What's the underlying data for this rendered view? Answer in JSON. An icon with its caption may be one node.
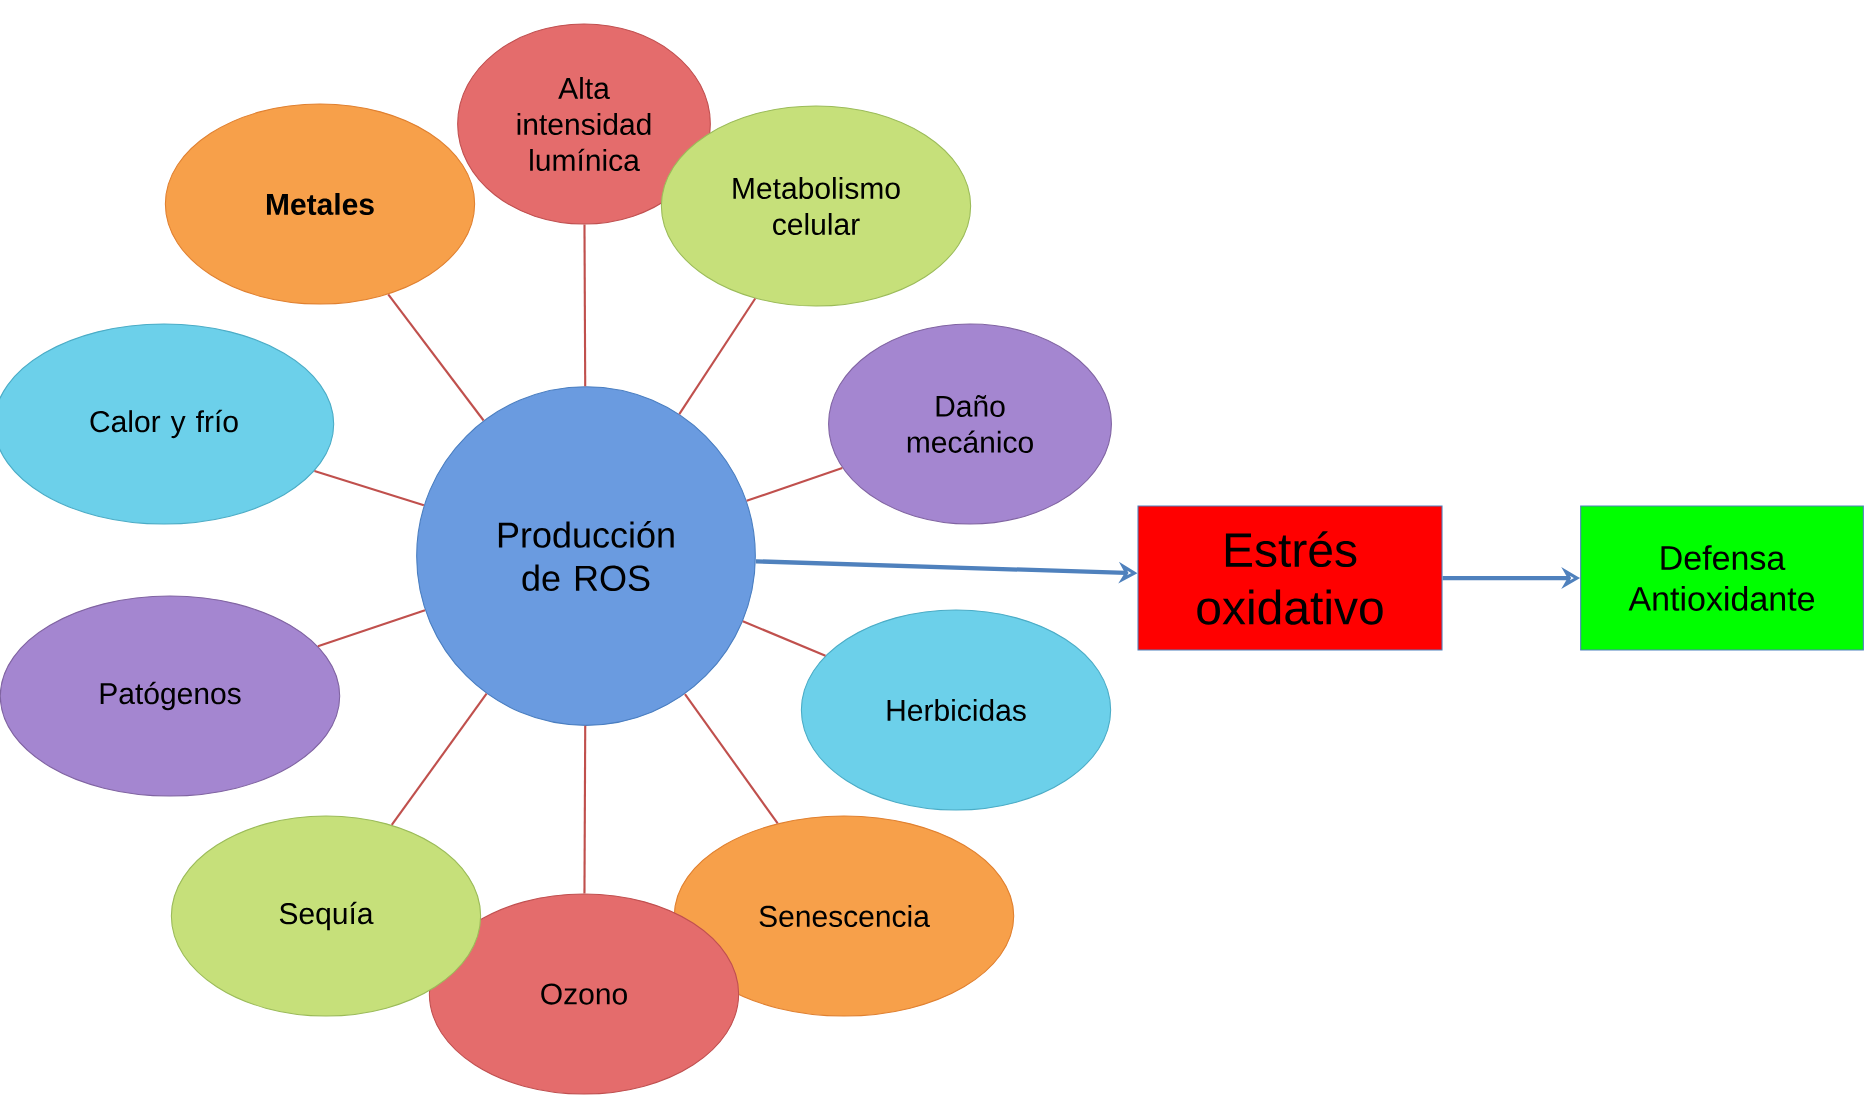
{
  "diagram": {
    "nodes": [
      {
        "text": [
          "Producción de ROS"
        ]
      },
      {
        "text": [
          "Alta intensidad lumínica"
        ]
      },
      {
        "text": [
          "Metabolismo celular"
        ]
      },
      {
        "text": [
          "Daño mecánico"
        ]
      },
      {
        "text": [
          "Herbicidas"
        ]
      },
      {
        "text": [
          "Senescencia"
        ]
      },
      {
        "text": [
          "Ozono"
        ]
      },
      {
        "text": [
          "Sequía"
        ]
      },
      {
        "text": [
          "Patógenos"
        ]
      },
      {
        "text": [
          "Calor y frío"
        ]
      },
      {
        "text": [
          "Metales"
        ]
      },
      {
        "text": [
          "Estrés oxidativo"
        ]
      },
      {
        "text": [
          "Defensa Antioxidante"
        ]
      }
    ],
    "edges": [
      {
        "from": 0,
        "to": 1,
        "arrow": "none"
      },
      {
        "from": 0,
        "to": 2,
        "arrow": "none"
      },
      {
        "from": 0,
        "to": 3,
        "arrow": "none"
      },
      {
        "from": 0,
        "to": 4,
        "arrow": "none"
      },
      {
        "from": 0,
        "to": 5,
        "arrow": "none"
      },
      {
        "from": 0,
        "to": 6,
        "arrow": "none"
      },
      {
        "from": 0,
        "to": 7,
        "arrow": "none"
      },
      {
        "from": 0,
        "to": 8,
        "arrow": "none"
      },
      {
        "from": 0,
        "to": 9,
        "arrow": "none"
      },
      {
        "from": 0,
        "to": 10,
        "arrow": "none"
      },
      {
        "from": 0,
        "to": 11,
        "arrow": "to",
        "color": "#4f81bd"
      },
      {
        "from": 11,
        "to": 12,
        "arrow": "to",
        "color": "#4f81bd"
      }
    ]
  }
}
